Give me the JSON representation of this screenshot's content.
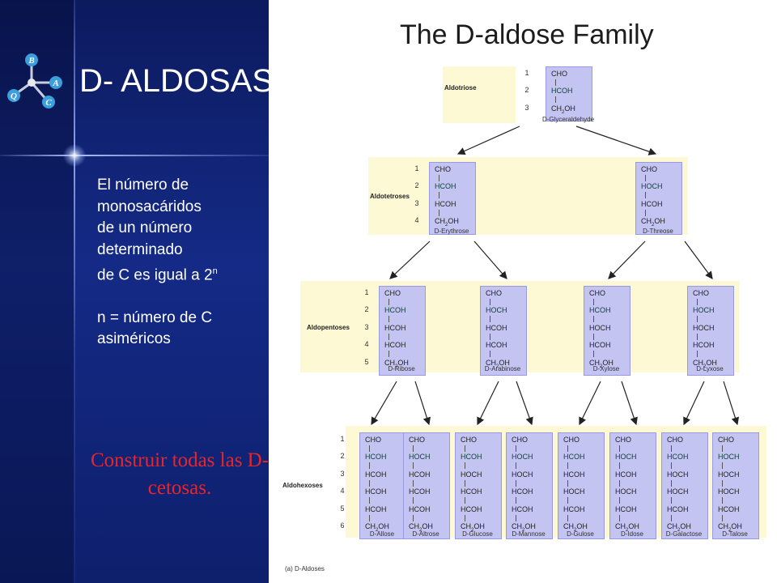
{
  "slide": {
    "title": "D- ALDOSAS",
    "body": [
      "El número de",
      "monosacáridos",
      "de un número",
      "determinado",
      "de C es igual a 2",
      "",
      "n = número de C",
      "asiméricos"
    ],
    "body_superscript": "n",
    "task": "Construir todas las D-cetosas.",
    "logo_letters": [
      "B",
      "A",
      "Q",
      "C"
    ]
  },
  "figure": {
    "title": "The D-aldose Family",
    "caption": "(a) D-Aldoses",
    "levels": [
      {
        "label": "Aldotriose",
        "numbers": [
          "1",
          "2",
          "3"
        ],
        "compounds": [
          {
            "name": "D-Glyceraldehyde",
            "rows": [
              "CHO",
              "HCOH",
              "CH2OH"
            ],
            "highlight": 1
          }
        ]
      },
      {
        "label": "Aldotetroses",
        "numbers": [
          "1",
          "2",
          "3",
          "4"
        ],
        "compounds": [
          {
            "name": "D-Erythrose",
            "rows": [
              "CHO",
              "HCOH",
              "HCOH",
              "CH2OH"
            ],
            "highlight": 1
          },
          {
            "name": "D-Threose",
            "rows": [
              "CHO",
              "HOCH",
              "HCOH",
              "CH2OH"
            ],
            "highlight": 1
          }
        ]
      },
      {
        "label": "Aldopentoses",
        "numbers": [
          "1",
          "2",
          "3",
          "4",
          "5"
        ],
        "compounds": [
          {
            "name": "D-Ribose",
            "rows": [
              "CHO",
              "HCOH",
              "HCOH",
              "HCOH",
              "CH2OH"
            ],
            "highlight": 1
          },
          {
            "name": "D-Arabinose",
            "rows": [
              "CHO",
              "HOCH",
              "HCOH",
              "HCOH",
              "CH2OH"
            ],
            "highlight": 1
          },
          {
            "name": "D-Xylose",
            "rows": [
              "CHO",
              "HCOH",
              "HOCH",
              "HCOH",
              "CH2OH"
            ],
            "highlight": 1
          },
          {
            "name": "D-Lyxose",
            "rows": [
              "CHO",
              "HOCH",
              "HOCH",
              "HCOH",
              "CH2OH"
            ],
            "highlight": 1
          }
        ]
      },
      {
        "label": "Aldohexoses",
        "numbers": [
          "1",
          "2",
          "3",
          "4",
          "5",
          "6"
        ],
        "compounds": [
          {
            "name": "D-Allose",
            "rows": [
              "CHO",
              "HCOH",
              "HCOH",
              "HCOH",
              "HCOH",
              "CH2OH"
            ],
            "highlight": 1
          },
          {
            "name": "D-Altrose",
            "rows": [
              "CHO",
              "HOCH",
              "HCOH",
              "HCOH",
              "HCOH",
              "CH2OH"
            ],
            "highlight": 1
          },
          {
            "name": "D-Glucose",
            "rows": [
              "CHO",
              "HCOH",
              "HOCH",
              "HCOH",
              "HCOH",
              "CH2OH"
            ],
            "highlight": 1
          },
          {
            "name": "D-Mannose",
            "rows": [
              "CHO",
              "HOCH",
              "HOCH",
              "HCOH",
              "HCOH",
              "CH2OH"
            ],
            "highlight": 1
          },
          {
            "name": "D-Gulose",
            "rows": [
              "CHO",
              "HCOH",
              "HCOH",
              "HOCH",
              "HCOH",
              "CH2OH"
            ],
            "highlight": 1
          },
          {
            "name": "D-Idose",
            "rows": [
              "CHO",
              "HOCH",
              "HCOH",
              "HOCH",
              "HCOH",
              "CH2OH"
            ],
            "highlight": 1
          },
          {
            "name": "D-Galactose",
            "rows": [
              "CHO",
              "HCOH",
              "HOCH",
              "HOCH",
              "HCOH",
              "CH2OH"
            ],
            "highlight": 1
          },
          {
            "name": "D-Talose",
            "rows": [
              "CHO",
              "HOCH",
              "HOCH",
              "HOCH",
              "HCOH",
              "CH2OH"
            ],
            "highlight": 1
          }
        ]
      }
    ]
  }
}
